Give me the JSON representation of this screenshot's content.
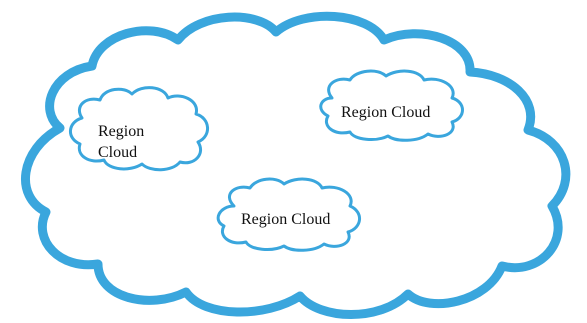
{
  "diagram": {
    "outer_cloud": {
      "label": ""
    },
    "regions": [
      {
        "label_lines": [
          "Region",
          "Cloud"
        ]
      },
      {
        "label_lines": [
          "Region Cloud"
        ]
      },
      {
        "label_lines": [
          "Region Cloud"
        ]
      }
    ]
  },
  "colors": {
    "cloud_stroke": "#3aa6dd",
    "cloud_fill": "#ffffff",
    "text": "#111111"
  }
}
